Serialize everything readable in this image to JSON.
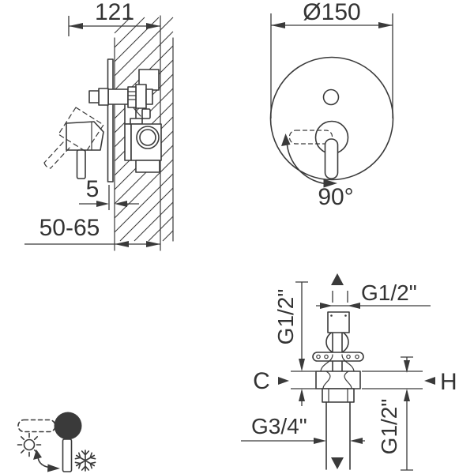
{
  "drawing": {
    "title_hint": "concealed-shower-mixer-installation-diagram",
    "colors": {
      "line": "#3a3a3a",
      "background": "#ffffff"
    },
    "side_view": {
      "width": "121",
      "plate_offset": "5",
      "install_depth": "50-65"
    },
    "front_view": {
      "diameter": "Ø150",
      "handle_rotation": "90°"
    },
    "section_view": {
      "top_thread": "G1/2\"",
      "top_thread_length": "G1/2\"",
      "dim_c": "C",
      "dim_h": "H",
      "bottom_thread": "G3/4\"",
      "outlet_thread_length": "G1/2\""
    },
    "handle_view": {
      "hot_symbol": "sun-icon",
      "cold_symbol": "snowflake-icon"
    }
  }
}
